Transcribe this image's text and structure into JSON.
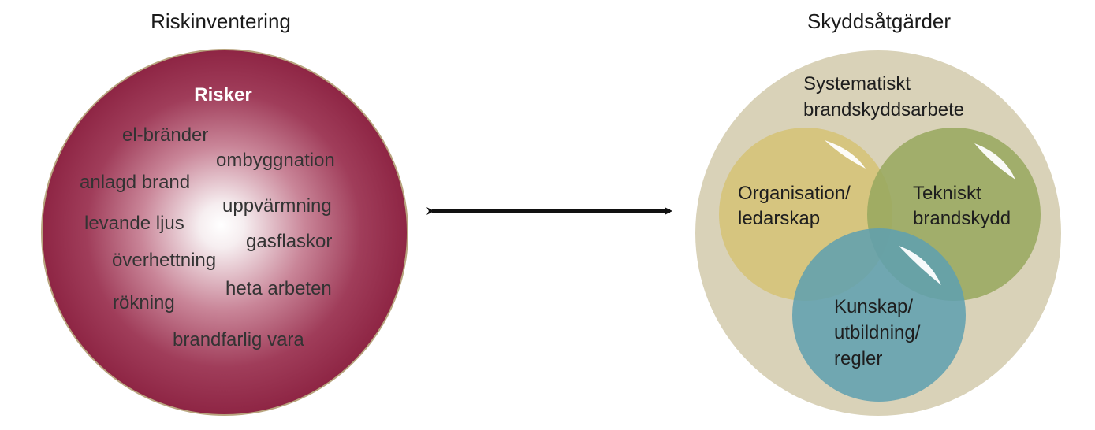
{
  "left_panel": {
    "heading": "Riskinventering",
    "title": "Risker",
    "items": [
      "el-bränder",
      "ombyggnation",
      "anlagd brand",
      "uppvärmning",
      "levande ljus",
      "gasflaskor",
      "överhettning",
      "heta arbeten",
      "rökning",
      "brandfarlig vara"
    ]
  },
  "right_panel": {
    "heading": "Skyddsåtgärder",
    "outer_label": [
      "Systematiskt",
      "brandskyddsarbete"
    ],
    "circles": [
      {
        "lines": [
          "Organisation/",
          "ledarskap"
        ],
        "color": "#d6c37a"
      },
      {
        "lines": [
          "Tekniskt",
          "brandskydd"
        ],
        "color": "#99a860"
      },
      {
        "lines": [
          "Kunskap/",
          "utbildning/",
          "regler"
        ],
        "color": "#5ea0b0"
      }
    ]
  },
  "colors": {
    "risk_circle_edge": "#8e2544",
    "risk_circle_center": "#ffffff",
    "risk_circle_border": "#b8a47e",
    "outer_circle": "#d9d2b8",
    "arrow": "#111111"
  }
}
